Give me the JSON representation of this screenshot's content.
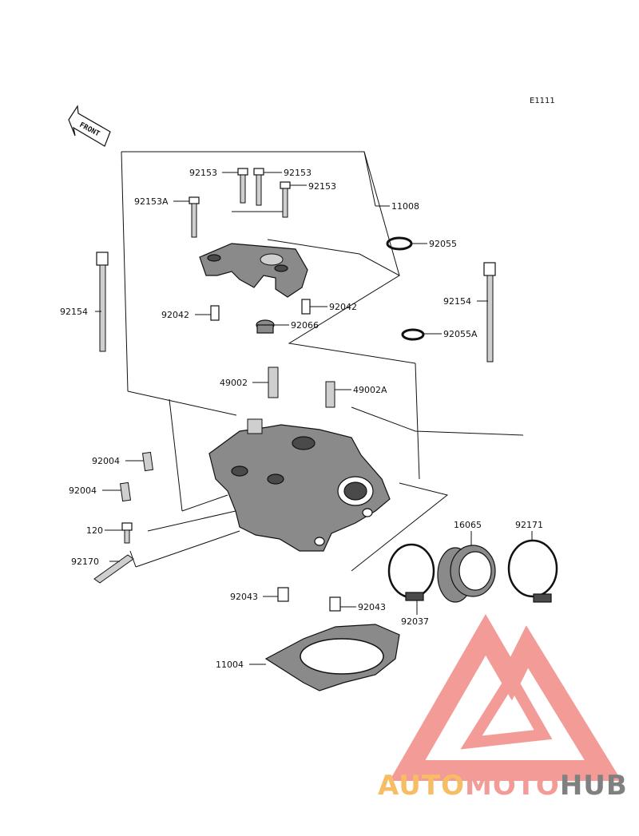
{
  "diagram_code": "E1111",
  "front_label": "FRONT",
  "parts": [
    {
      "id": "p1",
      "label": "92153"
    },
    {
      "id": "p2",
      "label": "92153"
    },
    {
      "id": "p3",
      "label": "92153"
    },
    {
      "id": "p4",
      "label": "92153A"
    },
    {
      "id": "p5",
      "label": "11008"
    },
    {
      "id": "p6",
      "label": "92055"
    },
    {
      "id": "p7",
      "label": "92154"
    },
    {
      "id": "p8",
      "label": "92042"
    },
    {
      "id": "p9",
      "label": "92042"
    },
    {
      "id": "p10",
      "label": "92066"
    },
    {
      "id": "p11",
      "label": "92055A"
    },
    {
      "id": "p12",
      "label": "92154"
    },
    {
      "id": "p13",
      "label": "49002"
    },
    {
      "id": "p14",
      "label": "49002A"
    },
    {
      "id": "p15",
      "label": "92004"
    },
    {
      "id": "p16",
      "label": "92004"
    },
    {
      "id": "p17",
      "label": "120"
    },
    {
      "id": "p18",
      "label": "92170"
    },
    {
      "id": "p19",
      "label": "16065"
    },
    {
      "id": "p20",
      "label": "92171"
    },
    {
      "id": "p21",
      "label": "92043"
    },
    {
      "id": "p22",
      "label": "92043"
    },
    {
      "id": "p23",
      "label": "92037"
    },
    {
      "id": "p24",
      "label": "11004"
    }
  ],
  "watermark": {
    "part1": "AUTO",
    "part2": "MOTO",
    "part3": "HUB",
    "color_main": "#f28a86",
    "color_accent": "#f5b24a",
    "color_dark": "#6b6b6b"
  }
}
